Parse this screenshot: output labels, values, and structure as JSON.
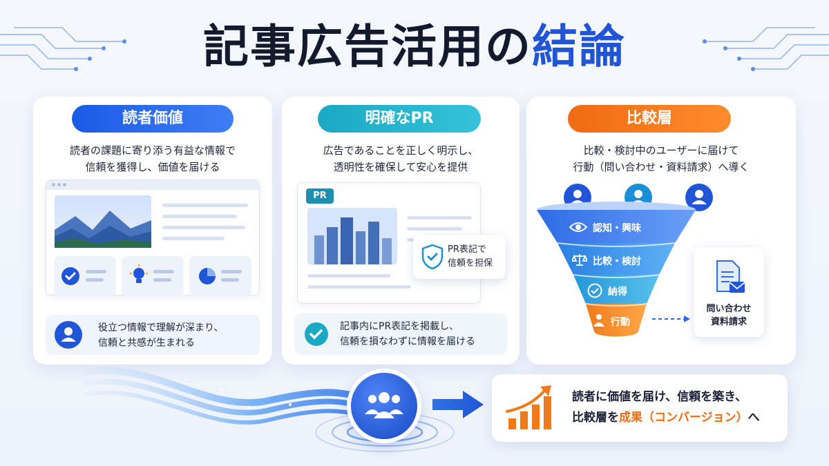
{
  "title": {
    "main": "記事広告活用の",
    "accent": "結論"
  },
  "cards": [
    {
      "heading": "読者価値",
      "desc_line1": "読者の課題に寄り添う有益な情報で",
      "desc_line2": "信頼を獲得し、価値を届ける",
      "summary_line1": "役立つ情報で理解が深まり、",
      "summary_line2": "信頼と共感が生まれる"
    },
    {
      "heading": "明確なPR",
      "desc_line1": "広告であることを正しく明示し、",
      "desc_line2": "透明性を確保して安心を提供",
      "pr_badge": "PR",
      "popup_line1": "PR表記で",
      "popup_line2": "信頼を担保",
      "summary_line1": "記事内にPR表記を掲載し、",
      "summary_line2": "信頼を損なわずに情報を届ける"
    },
    {
      "heading": "比較層",
      "desc_line1": "比較・検討中のユーザーに届けて",
      "desc_line2": "行動（問い合わせ・資料請求）へ導く",
      "stages": [
        "認知・興味",
        "比較・検討",
        "納得",
        "行動"
      ],
      "dest_line1": "問い合わせ",
      "dest_line2": "資料請求"
    }
  ],
  "result": {
    "line1": "読者に価値を届け、信頼を築き、",
    "line2_prefix": "比較層を",
    "line2_highlight": "成果（コンバージョン）",
    "line2_suffix": "へ"
  },
  "colors": {
    "primary_blue": "#1f55d6",
    "teal": "#1aa8c4",
    "orange": "#f06a10"
  }
}
